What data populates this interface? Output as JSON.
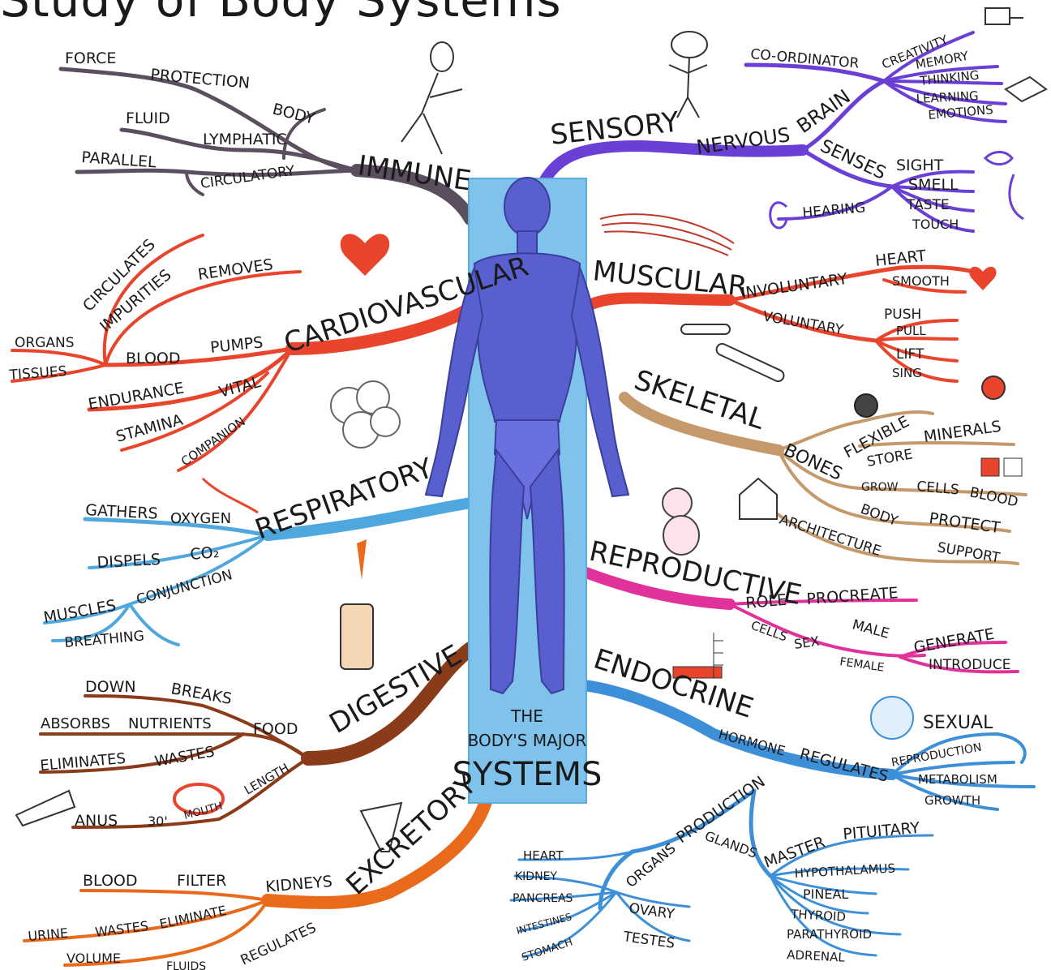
{
  "title": "Study of Body Systems",
  "center": {
    "line1": "THE",
    "line2": "BODY'S MAJOR",
    "line3": "SYSTEMS"
  },
  "colors": {
    "immune": "#5b4e5e",
    "sensory": "#6a3fd6",
    "cardio": "#e8452c",
    "muscular": "#e8452c",
    "skeletal": "#c49a6c",
    "respiratory": "#4fa8dd",
    "reproductive": "#e0329a",
    "digestive": "#8a3b1a",
    "endocrine": "#3d8fd8",
    "excretory": "#ea6a1c",
    "body": "#5a5fcf"
  },
  "systems": {
    "immune": "IMMUNE",
    "sensory": "SENSORY",
    "nervous": "NERVOUS",
    "cardiovascular": "CARDIOVASCULAR",
    "muscular": "MUSCULAR",
    "skeletal": "SKELETAL",
    "respiratory": "RESPIRATORY",
    "reproductive": "REPRODUCTIVE",
    "digestive": "DIGESTIVE",
    "endocrine": "ENDOCRINE",
    "excretory": "EXCRETORY"
  },
  "labels": {
    "immune": {
      "force": "FORCE",
      "protection": "PROTECTION",
      "body": "BODY",
      "fluid": "FLUID",
      "lymphatic": "LYMPHATIC",
      "parallel": "PARALLEL",
      "circulatory": "CIRCULATORY"
    },
    "nervous": {
      "coordinator": "CO-ORDINATOR",
      "brain": "BRAIN",
      "creativity": "CREATIVITY",
      "memory": "MEMORY",
      "thinking": "THINKING",
      "learning": "LEARNING",
      "emotions": "EMOTIONS",
      "senses": "SENSES",
      "sight": "SIGHT",
      "smell": "SMELL",
      "taste": "TASTE",
      "touch": "TOUCH",
      "hearing": "HEARING"
    },
    "cardio": {
      "circulates": "CIRCULATES",
      "impurities": "IMPURITIES",
      "removes": "REMOVES",
      "organs": "ORGANS",
      "tissues": "TISSUES",
      "blood": "BLOOD",
      "pumps": "PUMPS",
      "endurance": "ENDURANCE",
      "vital": "VITAL",
      "stamina": "STAMINA",
      "companion": "COMPANION"
    },
    "muscular": {
      "involuntary": "INVOLUNTARY",
      "heart": "HEART",
      "smooth": "SMOOTH",
      "voluntary": "VOLUNTARY",
      "push": "PUSH",
      "pull": "PULL",
      "lift": "LIFT",
      "sing": "SING"
    },
    "skeletal": {
      "bones": "BONES",
      "flexible": "FLEXIBLE",
      "store": "STORE",
      "minerals": "MINERALS",
      "grow": "GROW",
      "cells": "CELLS",
      "blood": "BLOOD",
      "body": "BODY",
      "protect": "PROTECT",
      "architecture": "ARCHITECTURE",
      "support": "SUPPORT"
    },
    "respiratory": {
      "gathers": "GATHERS",
      "oxygen": "OXYGEN",
      "dispels": "DISPELS",
      "co2": "CO₂",
      "conjunction": "CONJUNCTION",
      "muscles": "MUSCLES",
      "breathing": "BREATHING"
    },
    "reproductive": {
      "role": "ROLE",
      "procreate": "PROCREATE",
      "cells": "CELLS",
      "sex": "SEX",
      "male": "MALE",
      "female": "FEMALE",
      "generate": "GENERATE",
      "introduce": "INTRODUCE"
    },
    "digestive": {
      "down": "DOWN",
      "breaks": "BREAKS",
      "absorbs": "ABSORBS",
      "nutrients": "NUTRIENTS",
      "food": "FOOD",
      "eliminates": "ELIMINATES",
      "wastes": "WASTES",
      "length": "LENGTH",
      "anus": "ANUS",
      "thirty": "30'",
      "mouth": "MOUTH"
    },
    "endocrine": {
      "hormone": "HORMONE",
      "regulates": "REGULATES",
      "sexual": "SEXUAL",
      "reproduction": "REPRODUCTION",
      "metabolism": "METABOLISM",
      "growth": "GROWTH",
      "production": "PRODUCTION",
      "organs": "ORGANS",
      "glands": "GLANDS",
      "master": "MASTER",
      "pituitary": "PITUITARY",
      "heart": "HEART",
      "kidney": "KIDNEY",
      "pancreas": "PANCREAS",
      "intestines": "INTESTINES",
      "stomach": "STOMACH",
      "ovary": "OVARY",
      "testes": "TESTES",
      "hypothalamus": "HYPOTHALAMUS",
      "pineal": "PINEAL",
      "thyroid": "THYROID",
      "parathyroid": "PARATHYROID",
      "adrenal": "ADRENAL"
    },
    "excretory": {
      "blood": "BLOOD",
      "filter": "FILTER",
      "kidneys": "KIDNEYS",
      "urine": "URINE",
      "wastes": "WASTES",
      "eliminate": "ELIMINATE",
      "volume": "VOLUME",
      "fluids": "FLUIDS",
      "regulates": "REGULATES"
    }
  }
}
